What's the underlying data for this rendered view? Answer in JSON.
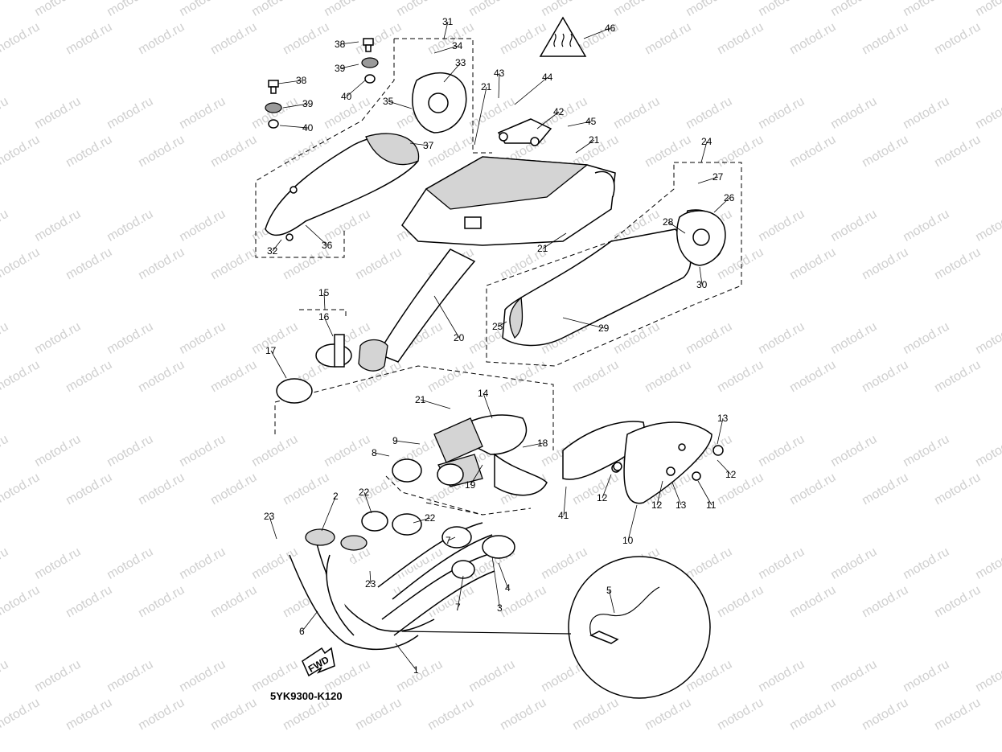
{
  "diagram": {
    "code": "5YK9300-K120",
    "fwd_label": "FWD",
    "watermark": "motod.ru",
    "part_numbers": [
      "1",
      "2",
      "3",
      "4",
      "5",
      "6",
      "7",
      "8",
      "9",
      "10",
      "11",
      "12",
      "13",
      "14",
      "15",
      "16",
      "17",
      "18",
      "19",
      "20",
      "21",
      "22",
      "23",
      "24",
      "25",
      "26",
      "27",
      "28",
      "29",
      "30",
      "31",
      "32",
      "33",
      "34",
      "35",
      "36",
      "37",
      "38",
      "39",
      "40",
      "41",
      "42",
      "43",
      "44",
      "45",
      "46"
    ]
  },
  "colors": {
    "line": "#000000",
    "fill_light": "#d4d4d4",
    "fill_dark": "#9a9a9a",
    "watermark": "#cfcfcf"
  }
}
